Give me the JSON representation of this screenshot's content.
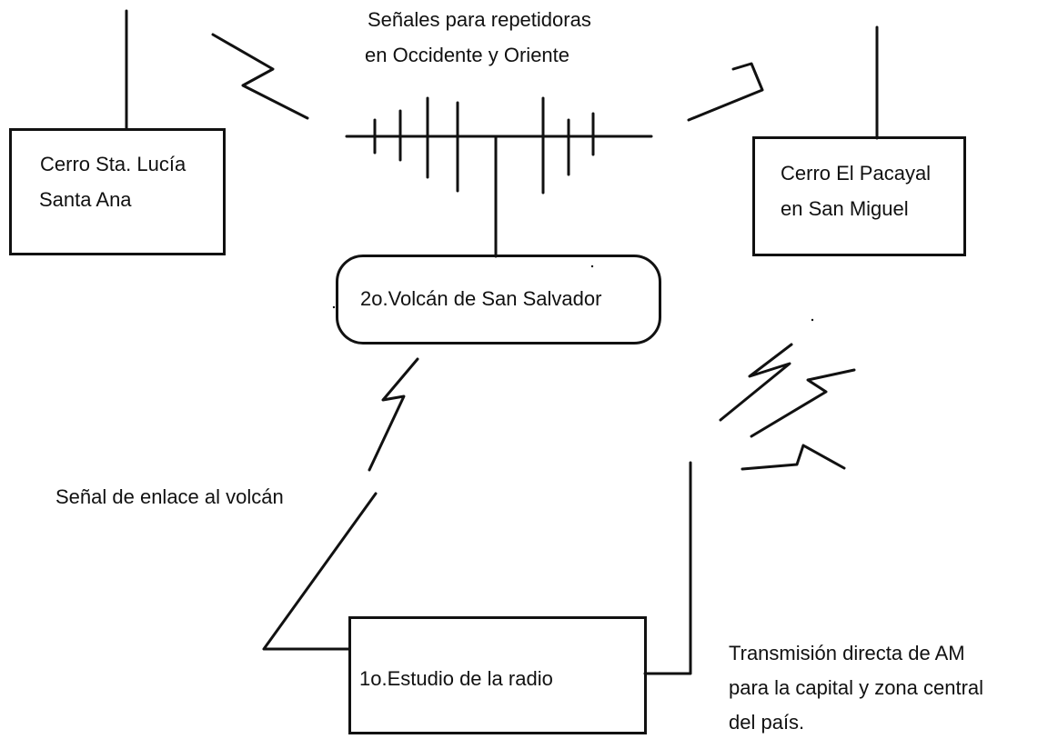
{
  "labels": {
    "repeater_signals_line1": "Señales para repetidoras",
    "repeater_signals_line2": "en Occidente y Oriente",
    "santa_ana_line1": "Cerro Sta. Lucía",
    "santa_ana_line2": "Santa Ana",
    "san_miguel_line1": "Cerro El Pacayal",
    "san_miguel_line2": "en San Miguel",
    "volcano": "2o.Volcán de San Salvador",
    "link_signal": "Señal de enlace al volcán",
    "studio": "1o.Estudio de la radio",
    "am_line1": "Transmisión directa de AM",
    "am_line2": "para la capital y zona central",
    "am_line3": "del país."
  },
  "colors": {
    "ink": "#111111",
    "background": "#ffffff"
  }
}
